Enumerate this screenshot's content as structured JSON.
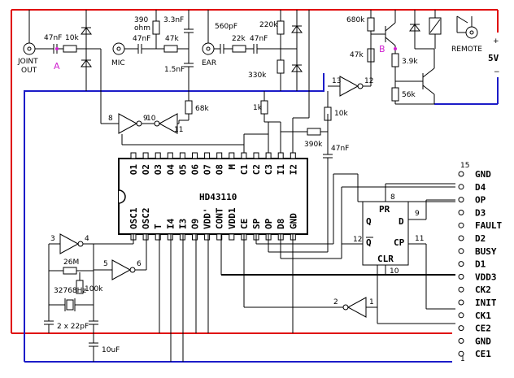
{
  "chip": {
    "name": "HD43110",
    "top_pins": [
      "O1",
      "O2",
      "O3",
      "O4",
      "O5",
      "O6",
      "O7",
      "O8",
      "M",
      "C1",
      "C2",
      "C3",
      "I1",
      "I2"
    ],
    "bottom_pins": [
      "OSC1",
      "OSC2",
      "T",
      "I4",
      "I3",
      "O9",
      "VDD'",
      "CONT",
      "VDD1",
      "CE",
      "SP",
      "OP",
      "D8",
      "GND"
    ]
  },
  "jacks": {
    "joint": "JOINT\nOUT",
    "mic": "MIC",
    "ear": "EAR",
    "remote": "REMOTE"
  },
  "components": {
    "c_joint": "47nF",
    "r_joint": "10k",
    "c_mic": "47nF",
    "r_mic_ohm": "390\nohm",
    "c_mic2": "3.3nF",
    "r_mic": "47k",
    "c_mic3": "1.5nF",
    "c_ear": "560pF",
    "r_ear": "22k",
    "c_ear2": "47nF",
    "r_ear2": "220k",
    "r_ear3": "330k",
    "r_68k": "68k",
    "r_1k": "1k",
    "r_680k": "680k",
    "r_47k": "47k",
    "r_39k": "3.9k",
    "r_56k": "56k",
    "r_10k": "10k",
    "r_390k": "390k",
    "c_47nf": "47nF",
    "r_26m": "26M",
    "xtal": "32768Hz",
    "r_100k": "100k",
    "c_22pf": "2 x 22pF",
    "c_10uf": "10uF",
    "supply": "5V"
  },
  "gates": {
    "g8": "8",
    "g9": "9",
    "g10": "10",
    "g11": "11",
    "g13": "13",
    "g12": "12",
    "g3": "3",
    "g4": "4",
    "g5": "5",
    "g6": "6",
    "g2": "2",
    "g1": "1"
  },
  "flipflop": {
    "pr": "PR",
    "q": "Q",
    "d": "D",
    "qbar": "Q",
    "cp": "CP",
    "clr": "CLR",
    "pin8": "8",
    "pin9": "9",
    "pin12": "12",
    "pin11": "11",
    "pin10": "10"
  },
  "probes": {
    "a": "A",
    "b": "B"
  },
  "polarity": {
    "plus": "+",
    "minus": "−"
  },
  "connector": {
    "pin_top": "15",
    "pin_bottom": "1",
    "signals": [
      "GND",
      "D4",
      "OP",
      "D3",
      "FAULT",
      "D2",
      "BUSY",
      "D1",
      "VDD3",
      "CK2",
      "INIT",
      "CK1",
      "CE2",
      "GND",
      "CE1"
    ]
  },
  "colors": {
    "vcc": "#e00000",
    "gnd": "#1c1cc8"
  }
}
